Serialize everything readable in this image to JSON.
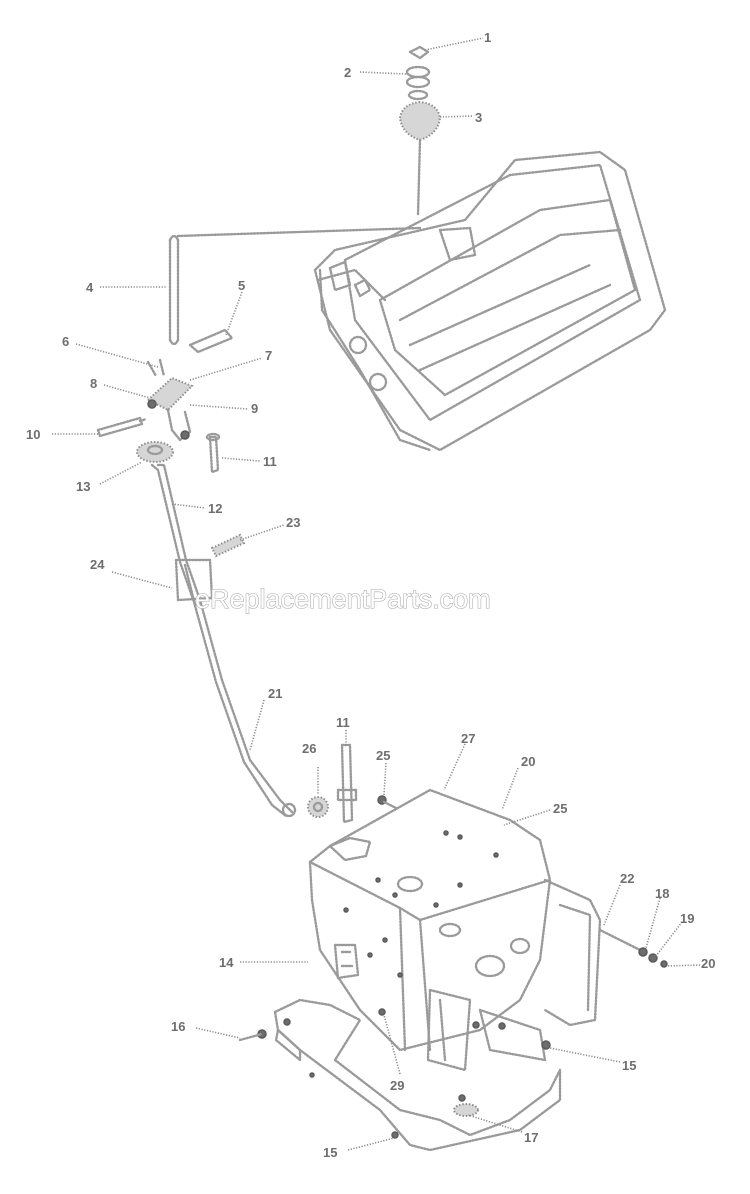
{
  "watermark": "eReplacementParts.com",
  "callouts": [
    "1",
    "2",
    "3",
    "4",
    "5",
    "6",
    "7",
    "8",
    "9",
    "10",
    "11",
    "12",
    "13",
    "23",
    "24",
    "21",
    "11",
    "26",
    "25",
    "27",
    "20",
    "25",
    "22",
    "18",
    "19",
    "20",
    "14",
    "16",
    "15",
    "29",
    "17",
    "15"
  ]
}
